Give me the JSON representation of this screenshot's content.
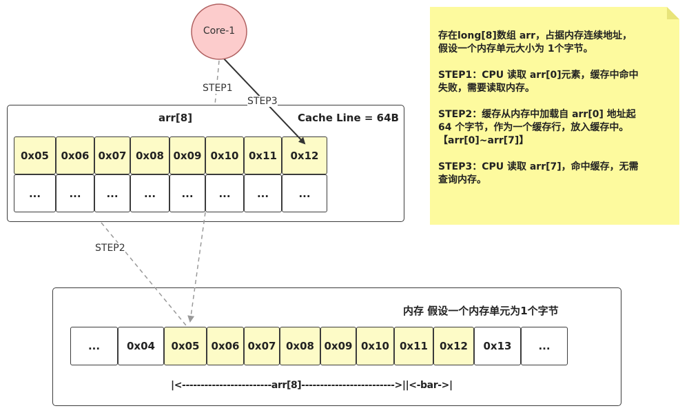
{
  "core": {
    "label": "Core-1",
    "fill": "#fccccc",
    "stroke": "#b06060"
  },
  "cache": {
    "array_label": "arr[8]",
    "line_label": "Cache Line = 64B",
    "row1": [
      "0x05",
      "0x06",
      "0x07",
      "0x08",
      "0x09",
      "0x10",
      "0x11",
      "0x12"
    ],
    "row2": [
      "...",
      "...",
      "...",
      "...",
      "...",
      "...",
      "...",
      "..."
    ]
  },
  "memory": {
    "title": "内存 假设一个内存单元为1个字节",
    "cells": [
      "...",
      "0x04",
      "0x05",
      "0x06",
      "0x07",
      "0x08",
      "0x09",
      "0x10",
      "0x11",
      "0x12",
      "0x13",
      "..."
    ],
    "highlight": [
      false,
      false,
      true,
      true,
      true,
      true,
      true,
      true,
      true,
      true,
      false,
      false
    ],
    "range_label": "|<------------------------arr[8]------------------------->||<-bar->|"
  },
  "steps": {
    "step1": "STEP1",
    "step2": "STEP2",
    "step3": "STEP3"
  },
  "note": {
    "paragraphs": [
      "存在long[8]数组 arr，占据内存连续地址，\n假设一个内存单元大小为 1个字节。",
      "STEP1：CPU 读取 arr[0]元素，缓存中命中\n失败，需要读取内存。",
      "STEP2：缓存从内存中加载自 arr[0] 地址起\n64 个字节，作为一个缓存行，放入缓存中。\n【arr[0]~arr[7]】",
      "STEP3：CPU 读取 arr[7]，命中缓存，无需\n查询内存。"
    ]
  },
  "colors": {
    "highlight": "#fdfbc7",
    "note": "#fdfa9e",
    "border": "#3a3a3a",
    "arrow_dashed": "#999999"
  }
}
